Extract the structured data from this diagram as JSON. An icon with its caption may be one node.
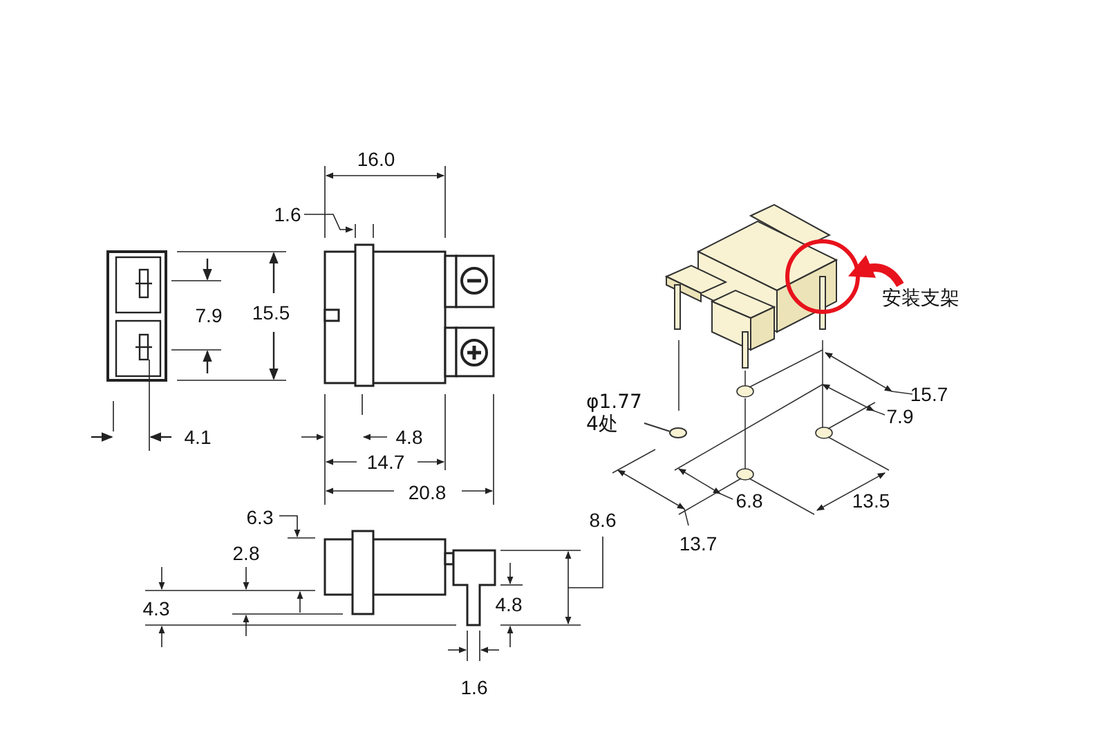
{
  "diagram": {
    "nodes": [
      {
        "text": [
          "φ1.77 4处"
        ]
      },
      {
        "text": [],
        "shape": "circle"
      },
      {
        "text": [
          "安装支架"
        ]
      },
      {
        "text": [],
        "shape": "circle"
      }
    ],
    "edges": [
      {
        "from": 0,
        "to": 1,
        "arrow": "none"
      },
      {
        "from": 2,
        "to": 3,
        "arrow": "to",
        "style": "thick",
        "color": "#e8121c"
      }
    ],
    "labels": [
      "16.0",
      "1.6",
      "7.9",
      "15.5",
      "15.7",
      "7.9",
      "4.1",
      "4.8",
      "14.7",
      "13.5",
      "20.8",
      "6.8",
      "6.3",
      "8.6",
      "13.7",
      "2.8",
      "4.3",
      "4.8",
      "1.6"
    ]
  }
}
